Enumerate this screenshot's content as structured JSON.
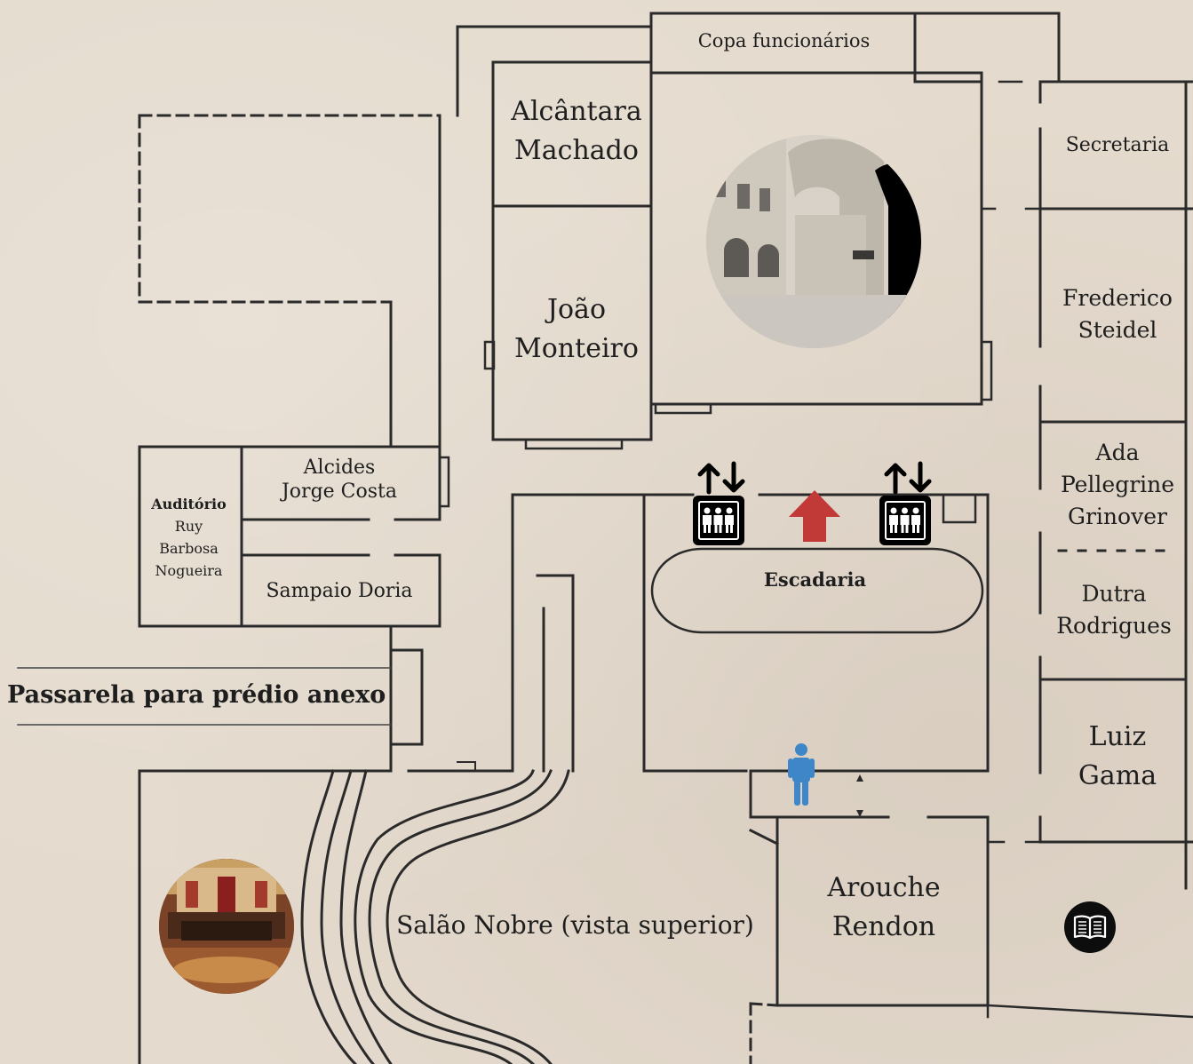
{
  "map": {
    "rooms": {
      "copa": "Copa funcionários",
      "alcantara": [
        "Alcântara",
        "Machado"
      ],
      "joao": [
        "João",
        "Monteiro"
      ],
      "secretaria": "Secretaria",
      "frederico": [
        "Frederico",
        "Steidel"
      ],
      "ada": [
        "Ada",
        "Pellegrine",
        "Grinover"
      ],
      "dutra": [
        "Dutra",
        "Rodrigues"
      ],
      "luiz": [
        "Luiz",
        "Gama"
      ],
      "alcides": [
        "Alcides",
        "Jorge Costa"
      ],
      "sampaio": "Sampaio Doria",
      "auditorio_title": "Auditório",
      "auditorio_name": [
        "Ruy",
        "Barbosa",
        "Nogueira"
      ],
      "escadaria": "Escadaria",
      "passarela": "Passarela para prédio anexo",
      "salao": "Salão Nobre (vista superior)",
      "arouche": [
        "Arouche",
        "Rendon"
      ]
    },
    "icons": {
      "elevator": "elevator-icon",
      "up_arrow": "up-arrow-icon",
      "person": "person-icon",
      "book": "book-icon"
    },
    "colors": {
      "wall": "#2a2a2a",
      "arrow": "#c23a37",
      "person": "#3e86c8",
      "background": "#e4dacd"
    }
  }
}
